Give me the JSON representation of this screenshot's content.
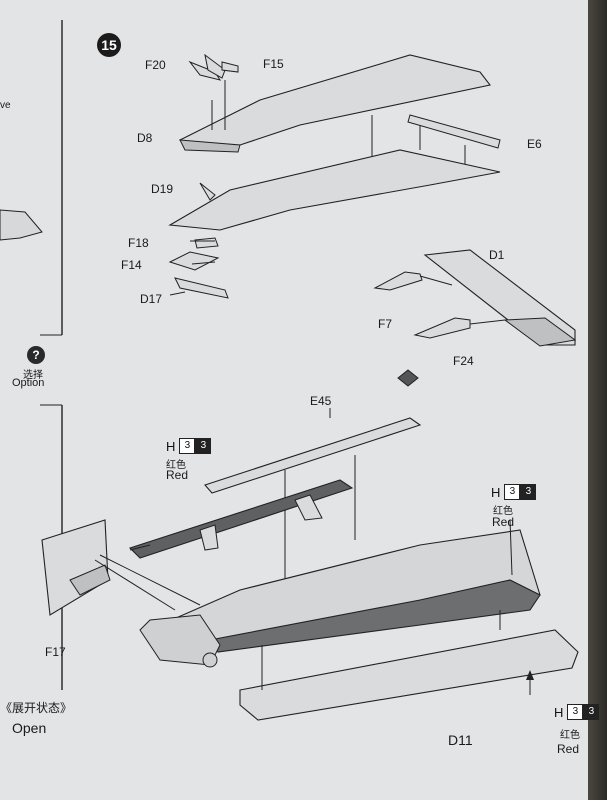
{
  "step_number": "15",
  "left_margin_text": "ve",
  "option": {
    "icon": "?",
    "cn": "选择",
    "en": "Option"
  },
  "open_label": {
    "cn": "《展开状态》",
    "en": "Open"
  },
  "parts": {
    "f20": "F20",
    "f15": "F15",
    "d8": "D8",
    "e6": "E6",
    "d19": "D19",
    "f18": "F18",
    "f14": "F14",
    "d17": "D17",
    "d1": "D1",
    "f7": "F7",
    "f24": "F24",
    "e45": "E45",
    "f17": "F17",
    "d11": "D11"
  },
  "paint_callouts": [
    {
      "code": "H",
      "box1": "3",
      "box2": "3",
      "cn": "红色",
      "en": "Red"
    },
    {
      "code": "H",
      "box1": "3",
      "box2": "3",
      "cn": "红色",
      "en": "Red"
    },
    {
      "code": "H",
      "box1": "3",
      "box2": "3",
      "cn": "红色",
      "en": "Red"
    }
  ],
  "colors": {
    "paper": "#e3e4e6",
    "ink": "#1a1a1a",
    "shade": "#6f6f6f"
  }
}
